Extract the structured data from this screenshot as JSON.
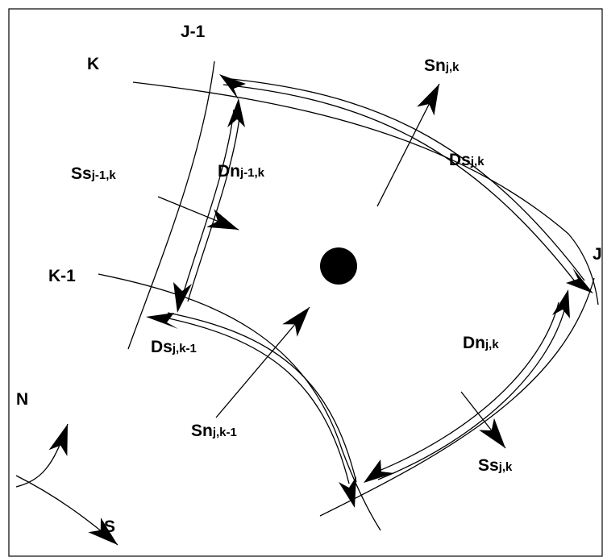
{
  "labels": {
    "j_minus_1": "J-1",
    "k": "K",
    "k_minus_1": "K-1",
    "j": "J",
    "n": "N",
    "s": "S",
    "sn_jk": {
      "main": "Sn",
      "sub": "j,k"
    },
    "ds_jk": {
      "main": "Ds",
      "sub": "j,k"
    },
    "ss_jm1k": {
      "main": "Ss",
      "sub": "j-1,k"
    },
    "dn_jm1k": {
      "main": "Dn",
      "sub": "j-1,k"
    },
    "ds_jkm1": {
      "main": "Ds",
      "sub": "j,k-1"
    },
    "dn_jk": {
      "main": "Dn",
      "sub": "j,k"
    },
    "ss_jk": {
      "main": "Ss",
      "sub": "j,k"
    },
    "sn_jkm1": {
      "main": "Sn",
      "sub": "j,k-1"
    }
  }
}
